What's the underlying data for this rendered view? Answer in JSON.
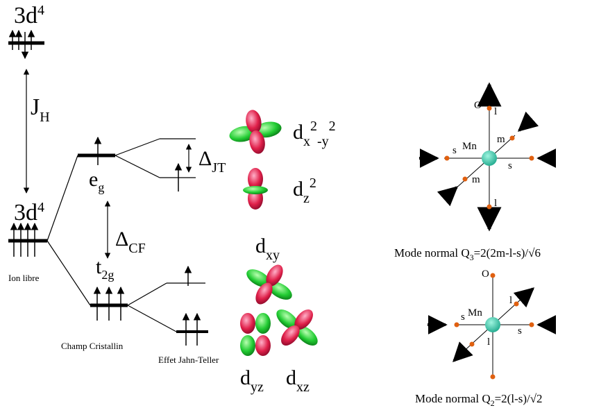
{
  "colors": {
    "line": "#000000",
    "lobe_green": "#22cc33",
    "lobe_red": "#e0204a",
    "mn_atom": "#2fc3a6",
    "o_atom": "#e06010"
  },
  "free_ion": {
    "config_base": "3d",
    "config_exp": "4",
    "caption": "Ion libre"
  },
  "hund": {
    "base": "J",
    "sub": "H"
  },
  "crystal_field": {
    "caption": "Champ Cristallin",
    "eg_base": "e",
    "eg_sub": "g",
    "t2g_base": "t",
    "t2g_sub": "2g",
    "delta_base": "Δ",
    "delta_sub": "CF"
  },
  "jahn_teller": {
    "caption": "Effet Jahn-Teller",
    "delta_base": "Δ",
    "delta_sub": "JT"
  },
  "orbitals": {
    "dx2y2": {
      "base": "d",
      "sub": "x",
      "sup": "2",
      "mid": "-y",
      "sup2": "2"
    },
    "dz2": {
      "base": "d",
      "sub": "z",
      "sup": "2"
    },
    "dxy": {
      "base": "d",
      "sub": "xy"
    },
    "dyz": {
      "base": "d",
      "sub": "yz"
    },
    "dxz": {
      "base": "d",
      "sub": "xz"
    }
  },
  "atoms": {
    "o": "O",
    "mn": "Mn",
    "s": "s",
    "m": "m",
    "l": "l"
  },
  "mode_q3": {
    "prefix": "Mode normal Q",
    "sub": "3",
    "suffix": "=2(2m-l-s)/√6"
  },
  "mode_q2": {
    "prefix": "Mode normal Q",
    "sub": "2",
    "suffix": "=2(l-s)/√2"
  }
}
